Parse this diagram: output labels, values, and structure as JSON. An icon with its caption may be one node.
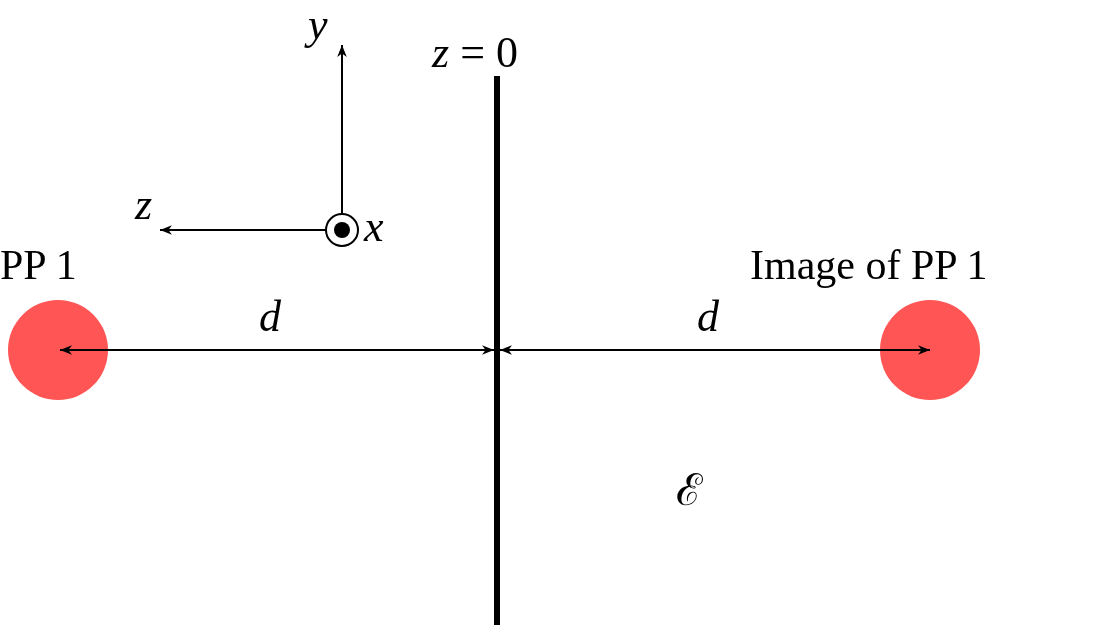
{
  "diagram": {
    "nodes": [
      {
        "text": [
          "*z* = 0"
        ]
      },
      {
        "text": [
          "PP 1"
        ]
      },
      {
        "text": [
          "Image of PP 1"
        ]
      }
    ],
    "edges": [
      {
        "from": 1,
        "to": 0,
        "arrow": "both",
        "label": "*d*"
      },
      {
        "from": 0,
        "to": 2,
        "arrow": "both",
        "label": "*d*"
      }
    ],
    "labels": [
      "*y*",
      "*z*",
      "*x*",
      "ℰ"
    ]
  }
}
